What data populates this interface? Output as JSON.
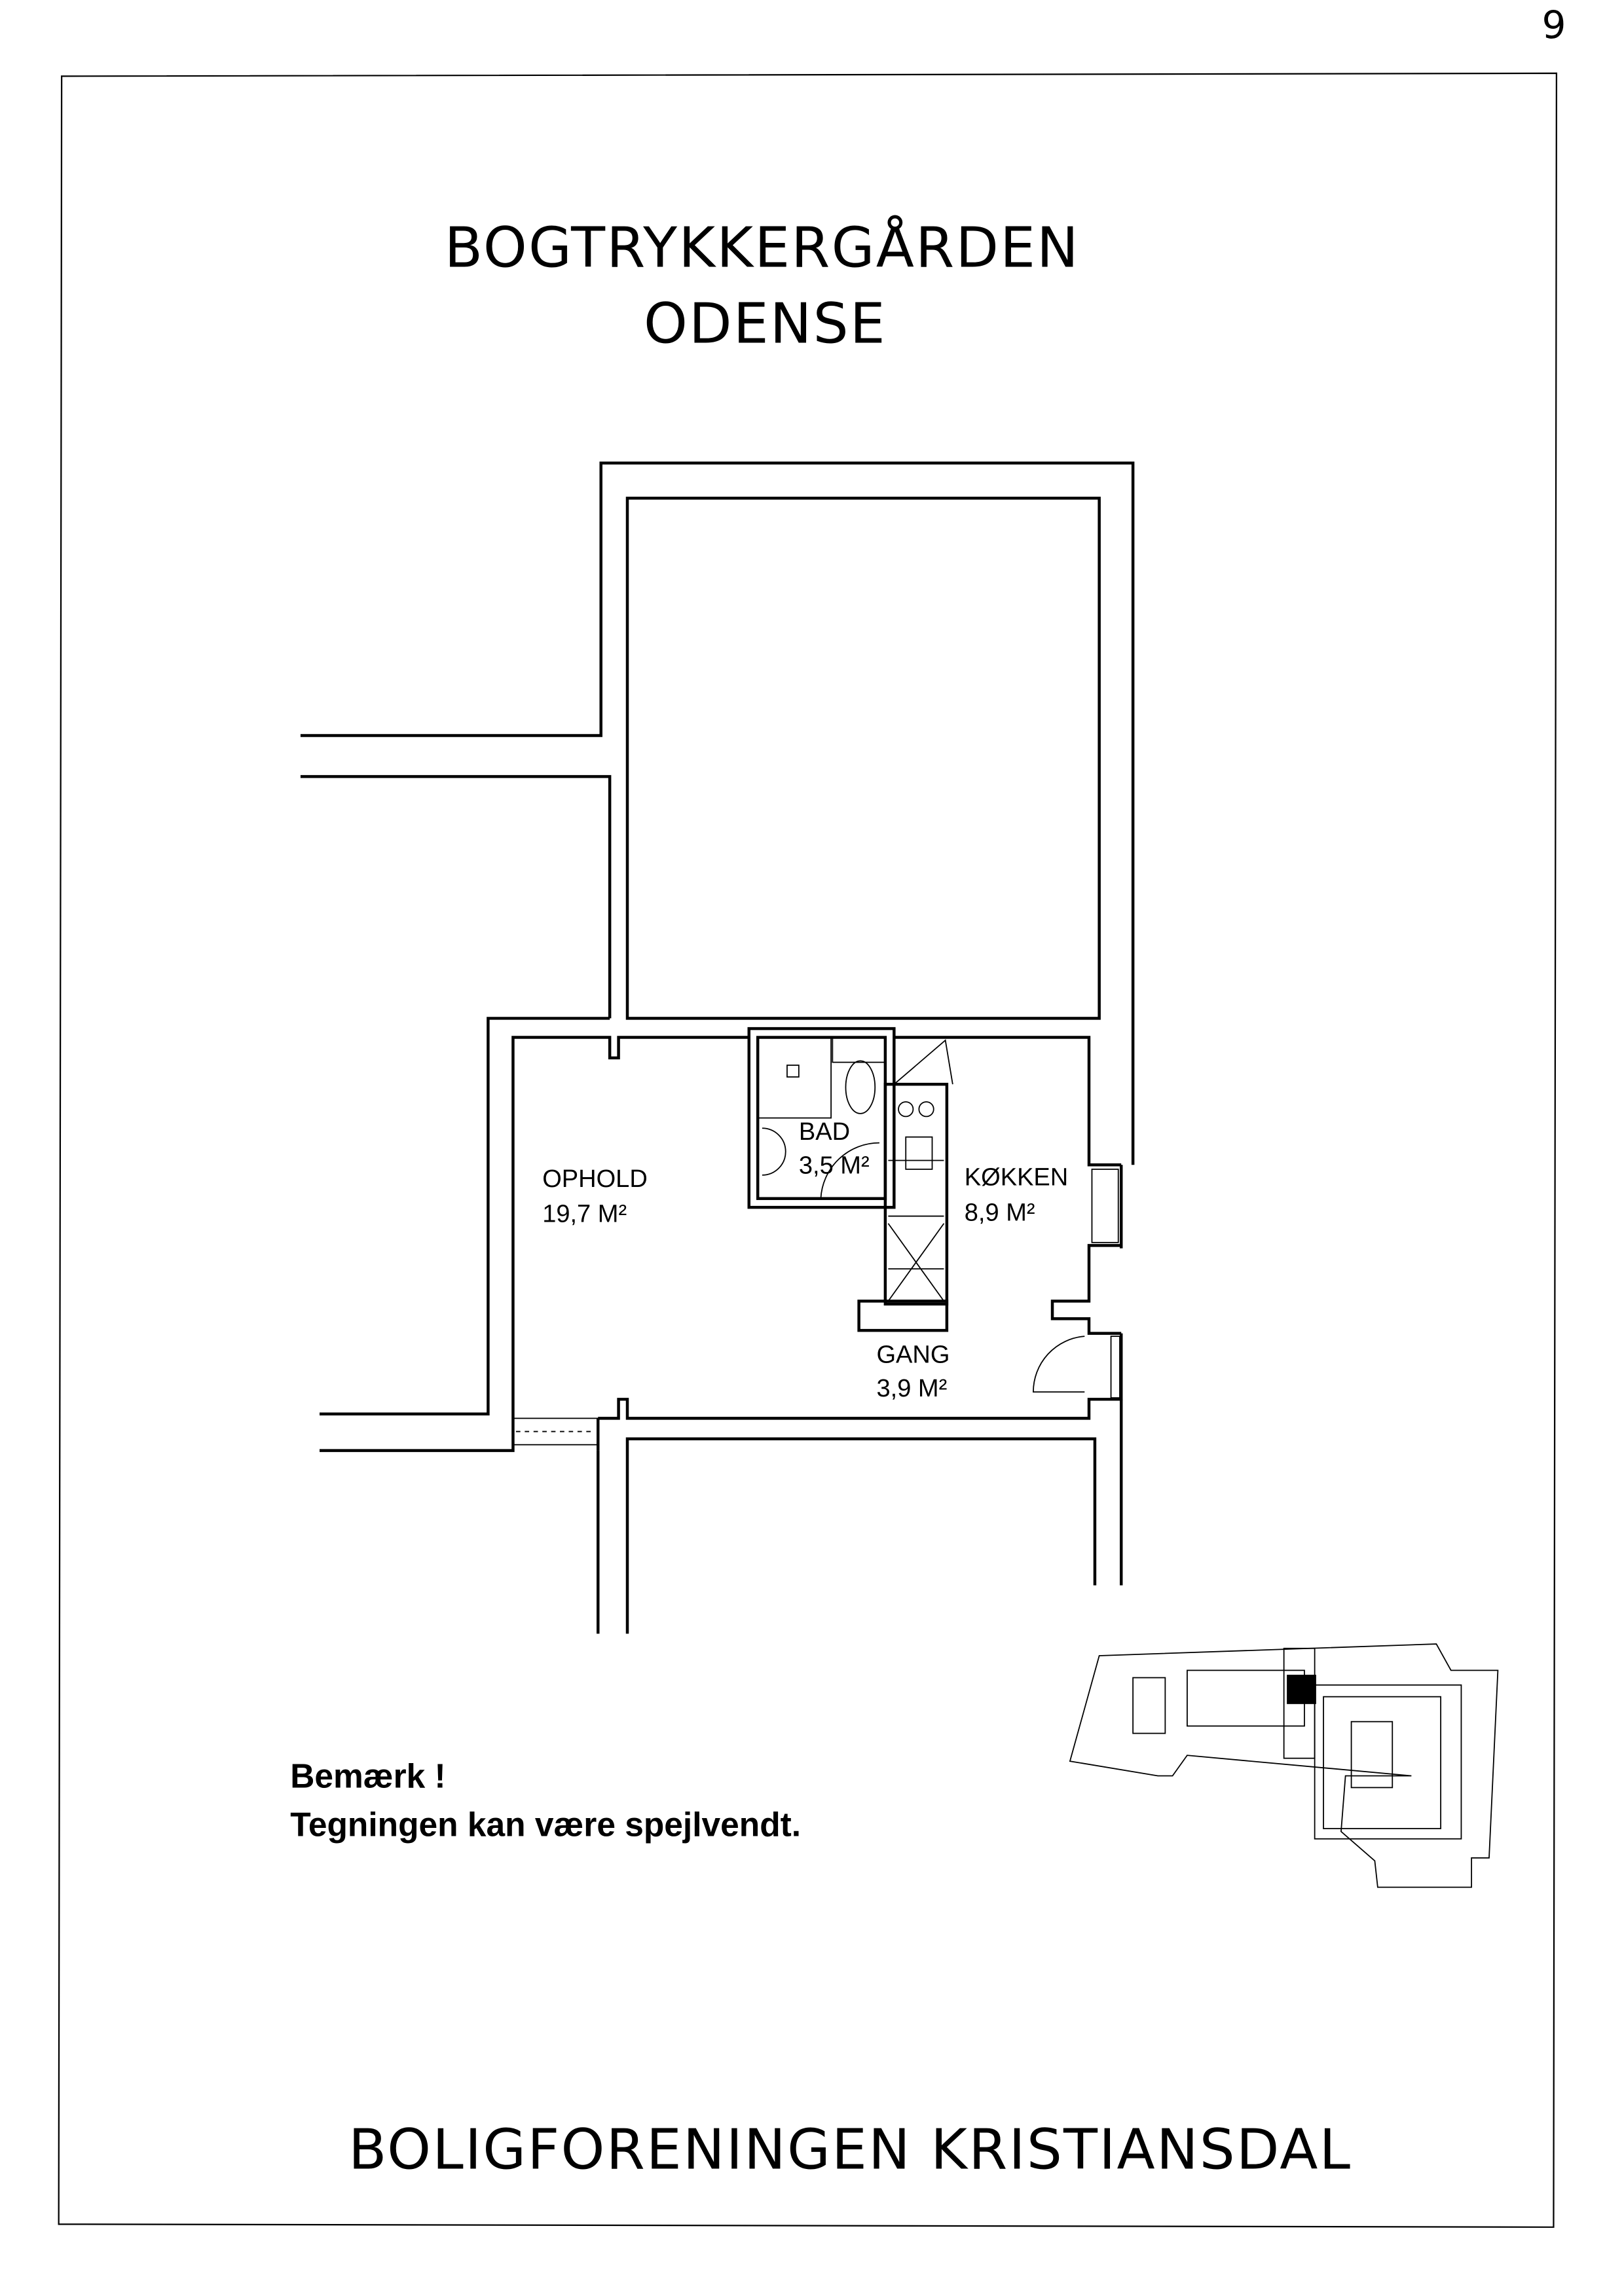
{
  "page_number": "9",
  "header": {
    "title": "BOGTRYKKERGÅRDEN",
    "city": "ODENSE"
  },
  "rooms": [
    {
      "name": "OPHOLD",
      "area": "19,7 M²"
    },
    {
      "name": "BAD",
      "area": "3,5 M²"
    },
    {
      "name": "KØKKEN",
      "area": "8,9 M²"
    },
    {
      "name": "GANG",
      "area": "3,9 M²"
    }
  ],
  "note": {
    "line1": "Bemærk !",
    "line2": "Tegningen kan være spejlvendt."
  },
  "footer": {
    "organization": "BOLIGFORENINGEN KRISTIANSDAL"
  }
}
